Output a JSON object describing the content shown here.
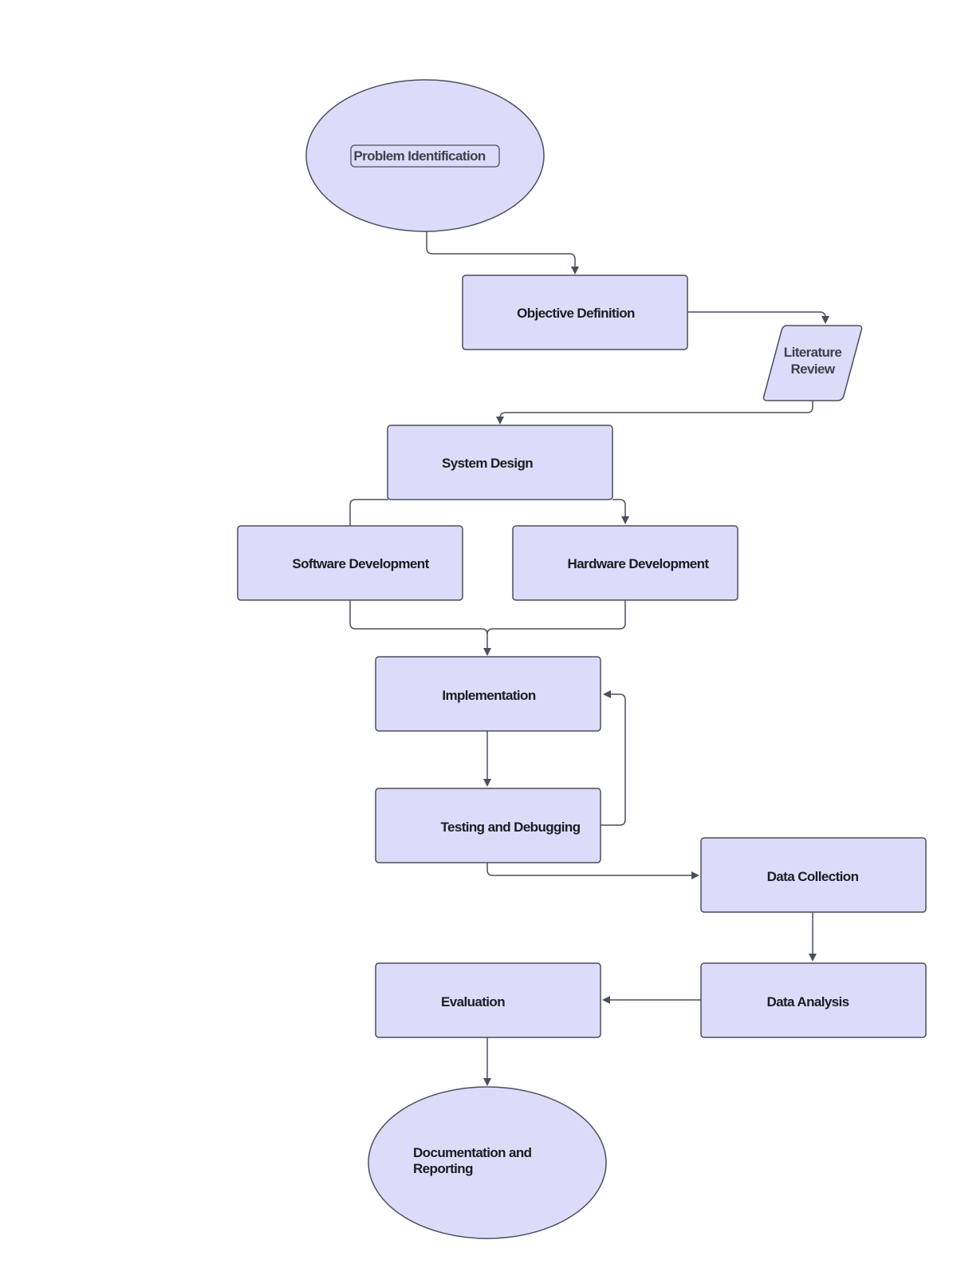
{
  "diagram": {
    "type": "flowchart",
    "colors": {
      "node_fill": "#dcdcfa",
      "node_stroke": "#4b4f5c",
      "edge": "#4b4f5c",
      "text": "#1b1d22"
    },
    "nodes": {
      "problem_identification": {
        "label": "Problem Identification",
        "shape": "ellipse"
      },
      "objective_definition": {
        "label": "Objective Definition",
        "shape": "rectangle"
      },
      "literature_review": {
        "label_line1": "Literature",
        "label_line2": "Review",
        "shape": "parallelogram"
      },
      "system_design": {
        "label": "System Design",
        "shape": "rectangle"
      },
      "software_development": {
        "label": "Software Development",
        "shape": "rectangle"
      },
      "hardware_development": {
        "label": "Hardware Development",
        "shape": "rectangle"
      },
      "implementation": {
        "label": "Implementation",
        "shape": "rectangle"
      },
      "testing_debugging": {
        "label": "Testing and Debugging",
        "shape": "rectangle"
      },
      "data_collection": {
        "label": "Data Collection",
        "shape": "rectangle"
      },
      "data_analysis": {
        "label": "Data Analysis",
        "shape": "rectangle"
      },
      "evaluation": {
        "label": "Evaluation",
        "shape": "rectangle"
      },
      "documentation_reporting": {
        "label_line1": "Documentation and",
        "label_line2": "Reporting",
        "shape": "ellipse"
      }
    },
    "edges": [
      {
        "from": "problem_identification",
        "to": "objective_definition"
      },
      {
        "from": "objective_definition",
        "to": "literature_review"
      },
      {
        "from": "literature_review",
        "to": "system_design"
      },
      {
        "from": "system_design",
        "to": "software_development"
      },
      {
        "from": "system_design",
        "to": "hardware_development"
      },
      {
        "from": "software_development",
        "to": "implementation"
      },
      {
        "from": "hardware_development",
        "to": "implementation"
      },
      {
        "from": "implementation",
        "to": "testing_debugging"
      },
      {
        "from": "testing_debugging",
        "to": "implementation"
      },
      {
        "from": "testing_debugging",
        "to": "data_collection"
      },
      {
        "from": "data_collection",
        "to": "data_analysis"
      },
      {
        "from": "data_analysis",
        "to": "evaluation"
      },
      {
        "from": "evaluation",
        "to": "documentation_reporting"
      }
    ]
  }
}
